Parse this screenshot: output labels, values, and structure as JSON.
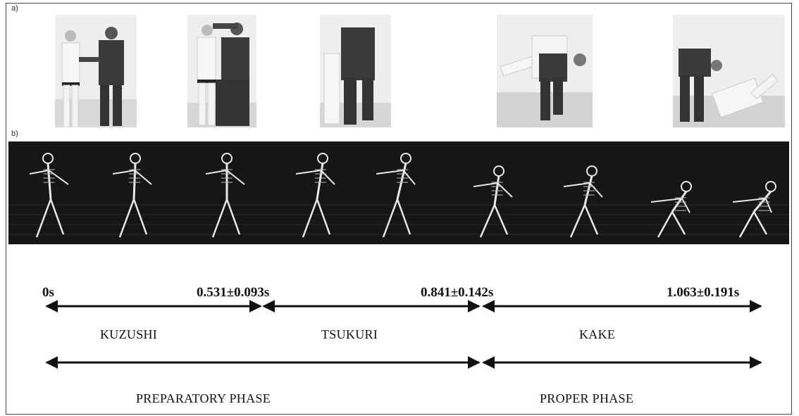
{
  "panels": {
    "a_label": "a)",
    "b_label": "b)"
  },
  "photos": {
    "count": 5,
    "description_icons": [
      "judo-photo-frame-1",
      "judo-photo-frame-2",
      "judo-photo-frame-3",
      "judo-photo-frame-4",
      "judo-photo-frame-5"
    ]
  },
  "skeletons": {
    "count": 9
  },
  "timeline": {
    "times": [
      "0s",
      "0.531±0.093s",
      "0.841±0.142s",
      "1.063±0.191s"
    ],
    "sub_phases": [
      "KUZUSHI",
      "TSUKURI",
      "KAKE"
    ],
    "phases": [
      "PREPARATORY PHASE",
      "PROPER PHASE"
    ]
  },
  "colors": {
    "band": "#161616",
    "arrow": "#111111",
    "photo_bg": "#e9e9e9",
    "white_gi": "#f2f2f2",
    "dark_gi": "#3a3a3a"
  }
}
